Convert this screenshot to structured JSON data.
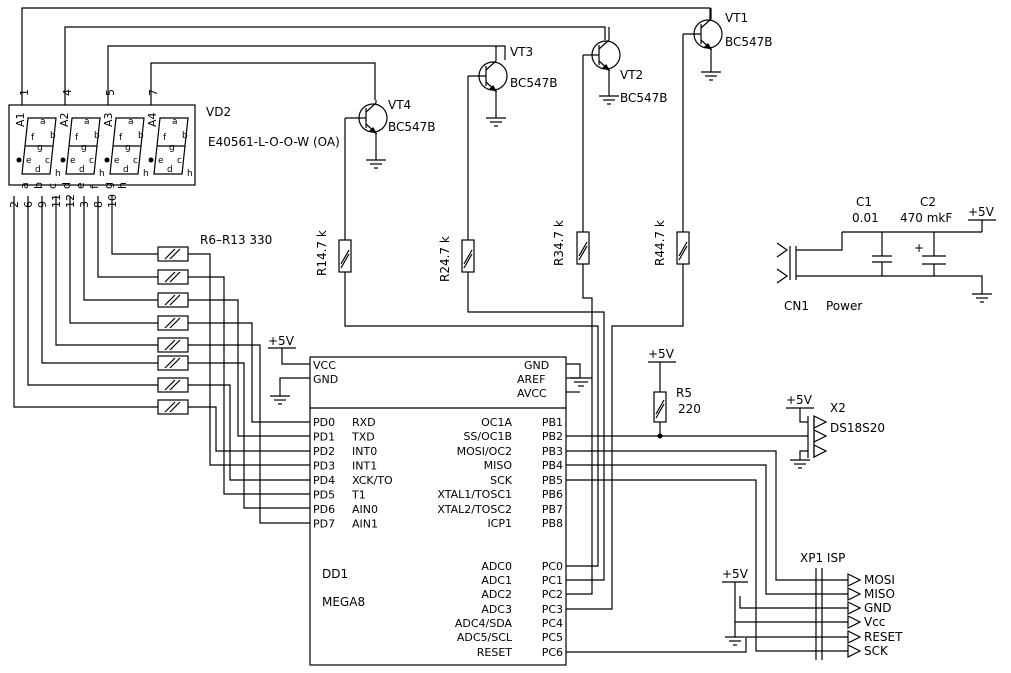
{
  "display": {
    "ref": "VD2",
    "part": "E40561-L-O-O-W (OA)",
    "digits": [
      "A1",
      "A2",
      "A3",
      "A4"
    ],
    "seg_letters": [
      "a",
      "b",
      "c",
      "d",
      "e",
      "f",
      "g",
      "h"
    ],
    "top_pins": [
      "1",
      "4",
      "5",
      "7"
    ],
    "bottom_pins": [
      "2",
      "6",
      "9",
      "11",
      "12",
      "3",
      "8",
      "10"
    ]
  },
  "resistors_seg": {
    "label": "R6–R13 330"
  },
  "transistors": [
    {
      "ref": "VT4",
      "type": "BC547B"
    },
    {
      "ref": "VT3",
      "type": "BC547B"
    },
    {
      "ref": "VT2",
      "type": "BC547B"
    },
    {
      "ref": "VT1",
      "type": "BC547B"
    }
  ],
  "base_resistors": [
    {
      "label": "R14.7 k"
    },
    {
      "label": "R24.7 k"
    },
    {
      "label": "R34.7 k"
    },
    {
      "label": "R44.7 k"
    }
  ],
  "mcu": {
    "ref": "DD1",
    "part": "MEGA8",
    "top_left": [
      "VCC",
      "GND"
    ],
    "top_right": [
      "GND",
      "AREF",
      "AVCC"
    ],
    "left_pins": [
      "PD0",
      "PD1",
      "PD2",
      "PD3",
      "PD4",
      "PD5",
      "PD6",
      "PD7"
    ],
    "left_funcs": [
      "RXD",
      "TXD",
      "INT0",
      "INT1",
      "XCK/TO",
      "T1",
      "AIN0",
      "AIN1"
    ],
    "right_funcs": [
      "OC1A",
      "SS/OC1B",
      "MOSI/OC2",
      "MISO",
      "SCK",
      "XTAL1/TOSC1",
      "XTAL2/TOSC2",
      "ICP1",
      "ADC0",
      "ADC1",
      "ADC2",
      "ADC3",
      "ADC4/SDA",
      "ADC5/SCL",
      "RESET"
    ],
    "right_pins": [
      "PB1",
      "PB2",
      "PB3",
      "PB4",
      "PB5",
      "PB6",
      "PB7",
      "PB8",
      "PC0",
      "PC1",
      "PC2",
      "PC3",
      "PC4",
      "PC5",
      "PC6"
    ]
  },
  "power": {
    "plus5v": "+5V",
    "c1_ref": "C1",
    "c1_val": "0.01",
    "c2_ref": "C2",
    "c2_val": "470 mkF",
    "cn1": "CN1",
    "cn1_label": "Power",
    "plus": "+"
  },
  "r5": {
    "ref": "R5",
    "val": "220"
  },
  "sensor": {
    "ref": "X2",
    "part": "DS18S20"
  },
  "isp": {
    "ref": "XP1 ISP",
    "pins": [
      "MOSI",
      "MISO",
      "GND",
      "Vcc",
      "RESET",
      "SCK"
    ]
  }
}
